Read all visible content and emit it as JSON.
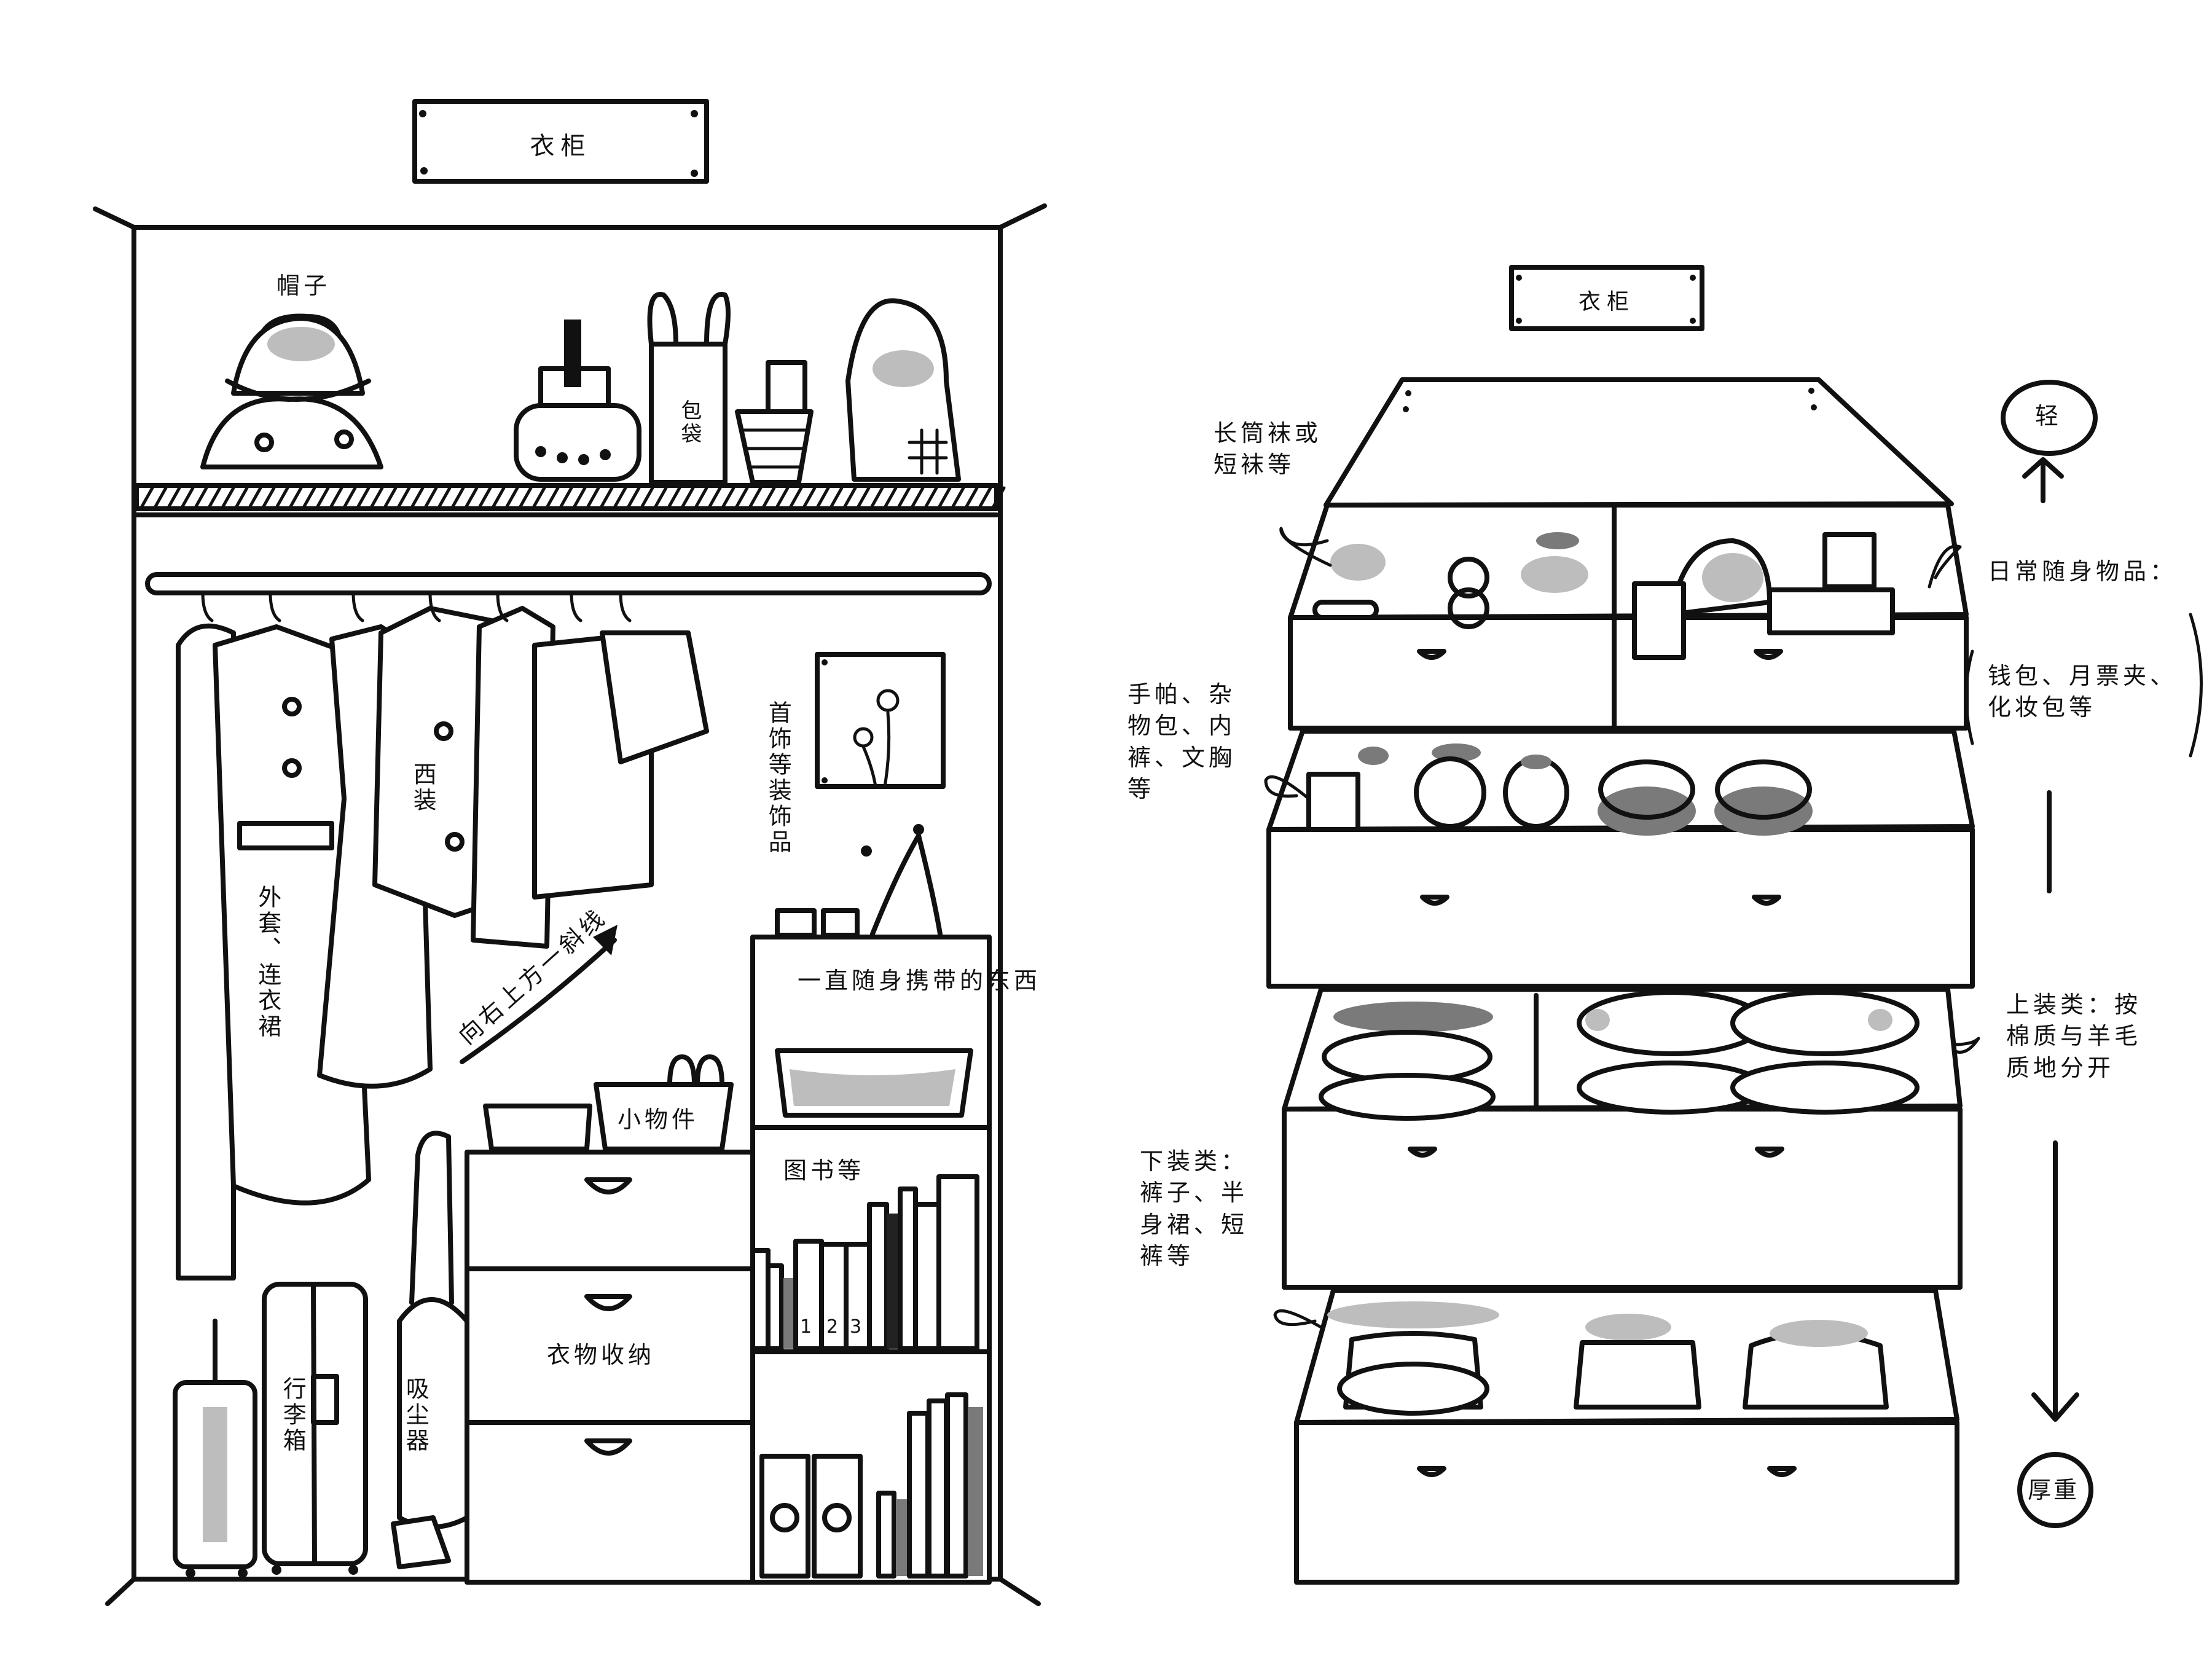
{
  "left_wardrobe": {
    "title": "衣柜",
    "labels": {
      "hats": "帽子",
      "bags": "包袋",
      "suits": "西装",
      "coats_dresses": "外套、连衣裙",
      "jewelry": "首饰等装饰品",
      "diagonal_arrow": "向右上方一斜线",
      "carry_items": "一直随身携带的东西",
      "small_items": "小物件",
      "books": "图书等",
      "clothes_storage": "衣物收纳",
      "luggage": "行李箱",
      "vacuum": "吸尘器"
    },
    "book_numbers": [
      "1",
      "2",
      "3"
    ]
  },
  "right_drawers": {
    "title": "衣柜",
    "labels": {
      "socks": "长筒袜或\n短袜等",
      "underwear": "手帕、杂\n物包、内\n裤、文胸\n等",
      "tops": "上装类：按\n棉质与羊毛\n质地分开",
      "bottoms": "下装类：\n裤子、半\n身裙、短\n裤等",
      "daily_items_title": "日常随身物品：",
      "daily_items_detail": "钱包、月票夹、\n化妆包等"
    },
    "weight_scale": {
      "top": "轻",
      "bottom": "厚重"
    }
  },
  "colors": {
    "ink": "#111111",
    "background": "#ffffff",
    "shade_light": "#bdbdbd",
    "shade_dark": "#7a7a7a"
  }
}
